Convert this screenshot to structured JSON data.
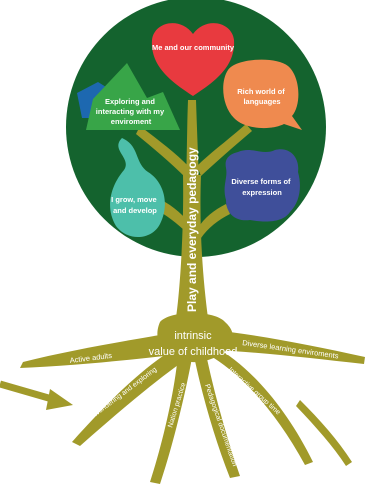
{
  "canopy": {
    "heart": "Me and our community",
    "mountain": [
      "Exploring and",
      "interacting with my",
      "enviroment"
    ],
    "speech": [
      "Rich world of",
      "languages"
    ],
    "drop": [
      "I grow, move",
      "and develop"
    ],
    "blob": [
      "Diverse forms of",
      "expression"
    ]
  },
  "trunk_label": "Play and everyday pedagogy",
  "center": {
    "line1": "intrinsic",
    "line2": "value of childhood"
  },
  "roots": {
    "active_adults": "Active adults",
    "diverse_env": "Diverse learning enviroments",
    "wondering": "Wondering and  exploring",
    "nation_practice": "Nation practice",
    "pedagogical_doc": "Pedagogical documentation",
    "interactive_group": "Interactive group time"
  },
  "colors": {
    "canopy": "#14632e",
    "trunk": "#a19a2a",
    "heart": "#e83a3f",
    "mountain": "#38a548",
    "speech": "#ef8a4f",
    "drop": "#4dbfaa",
    "blob": "#3f4f9a",
    "blue_shape": "#1d68b0"
  }
}
